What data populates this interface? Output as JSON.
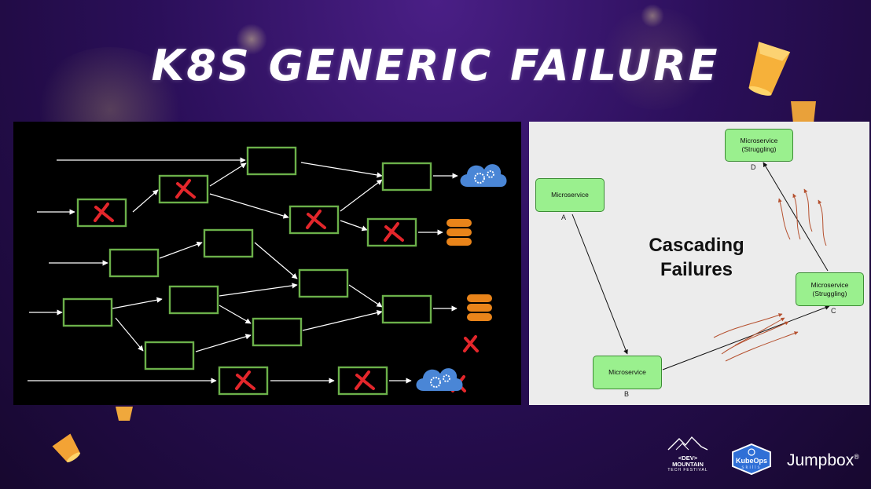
{
  "slide": {
    "title": "K8s generic failure"
  },
  "cascade_diagram": {
    "title": "Cascading\nFailures",
    "nodes": [
      {
        "id": "A",
        "label": "Microservice",
        "letter": "A"
      },
      {
        "id": "B",
        "label": "Microservice",
        "letter": "B"
      },
      {
        "id": "C",
        "label": "Microservice\n(Struggling)",
        "letter": "C"
      },
      {
        "id": "D",
        "label": "Microservice\n(Struggling)",
        "letter": "D"
      }
    ]
  },
  "failure_graph": {
    "box_color": "#6bb04a",
    "fail_mark_color": "#e3262b",
    "cloud_color": "#4a86d6",
    "database_color": "#e9841a",
    "endpoints": [
      {
        "kind": "cloud",
        "failed": false
      },
      {
        "kind": "database",
        "failed": true
      },
      {
        "kind": "database",
        "failed": false
      },
      {
        "kind": "cloud",
        "failed": true
      }
    ]
  },
  "branding": {
    "devmountain_line1": "<DEV>",
    "devmountain_line2": "MOUNTAIN",
    "devmountain_line3": "TECH FESTIVAL",
    "kubeops_line1": "KubeOps",
    "kubeops_line2": "skills",
    "jumpbox": "Jumpbox",
    "jumpbox_mark": "®"
  }
}
